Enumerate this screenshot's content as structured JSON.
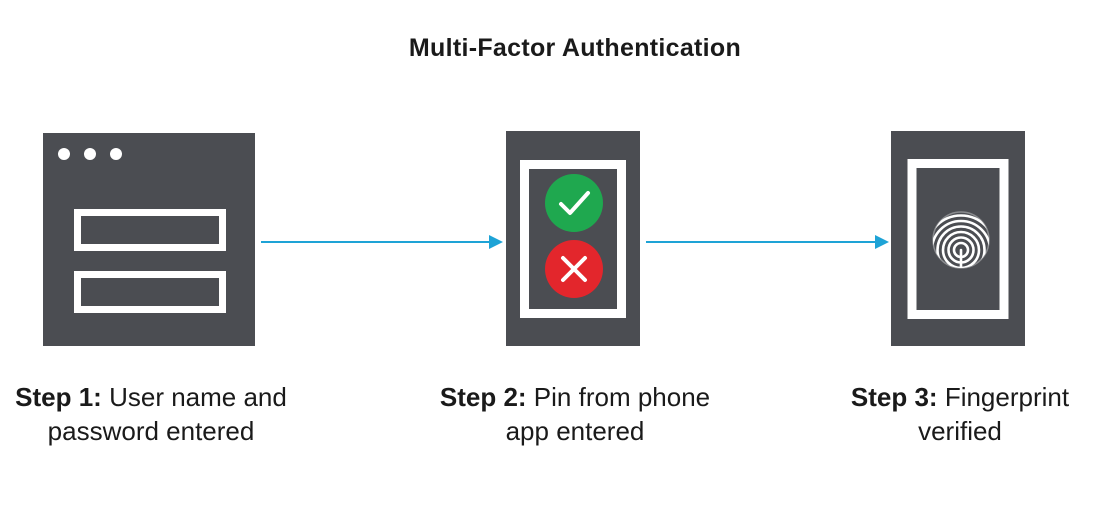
{
  "title": "Multi-Factor Authentication",
  "steps": [
    {
      "label": "Step 1:",
      "text_line1": "User name and",
      "text_line2": "password entered",
      "icon": "browser-login-icon"
    },
    {
      "label": "Step 2:",
      "text_line1": "Pin from phone",
      "text_line2": "app entered",
      "icon": "phone-pin-icon"
    },
    {
      "label": "Step 3:",
      "text_line1": "Fingerprint",
      "text_line2": "verified",
      "icon": "fingerprint-icon"
    }
  ],
  "colors": {
    "device": "#4b4d52",
    "arrow": "#1ea3d6",
    "approve": "#1fa84f",
    "reject": "#e3262c",
    "background": "#ffffff"
  }
}
